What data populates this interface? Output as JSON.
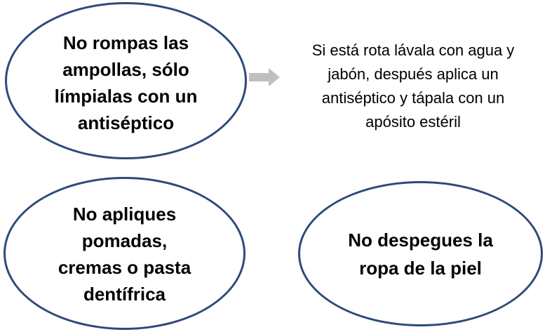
{
  "nodes": {
    "node1": {
      "text": "No rompas las\nampollas, sólo\nlímpialas con un\nantiséptico"
    },
    "node2": {
      "text": "No apliques\npomadas,\ncremas o pasta\ndentífrica"
    },
    "node3": {
      "text": "No despegues la\nropa de la piel"
    }
  },
  "note": {
    "text": "Si está rota lávala con agua y\njabón, después  aplica un\nantiséptico y tápala con un\napósito estéril"
  },
  "colors": {
    "ellipse_border": "#2e4a7a",
    "arrow_fill": "#bfbfbf",
    "text": "#000000"
  },
  "icons": {
    "connector": "right-arrow-icon"
  }
}
